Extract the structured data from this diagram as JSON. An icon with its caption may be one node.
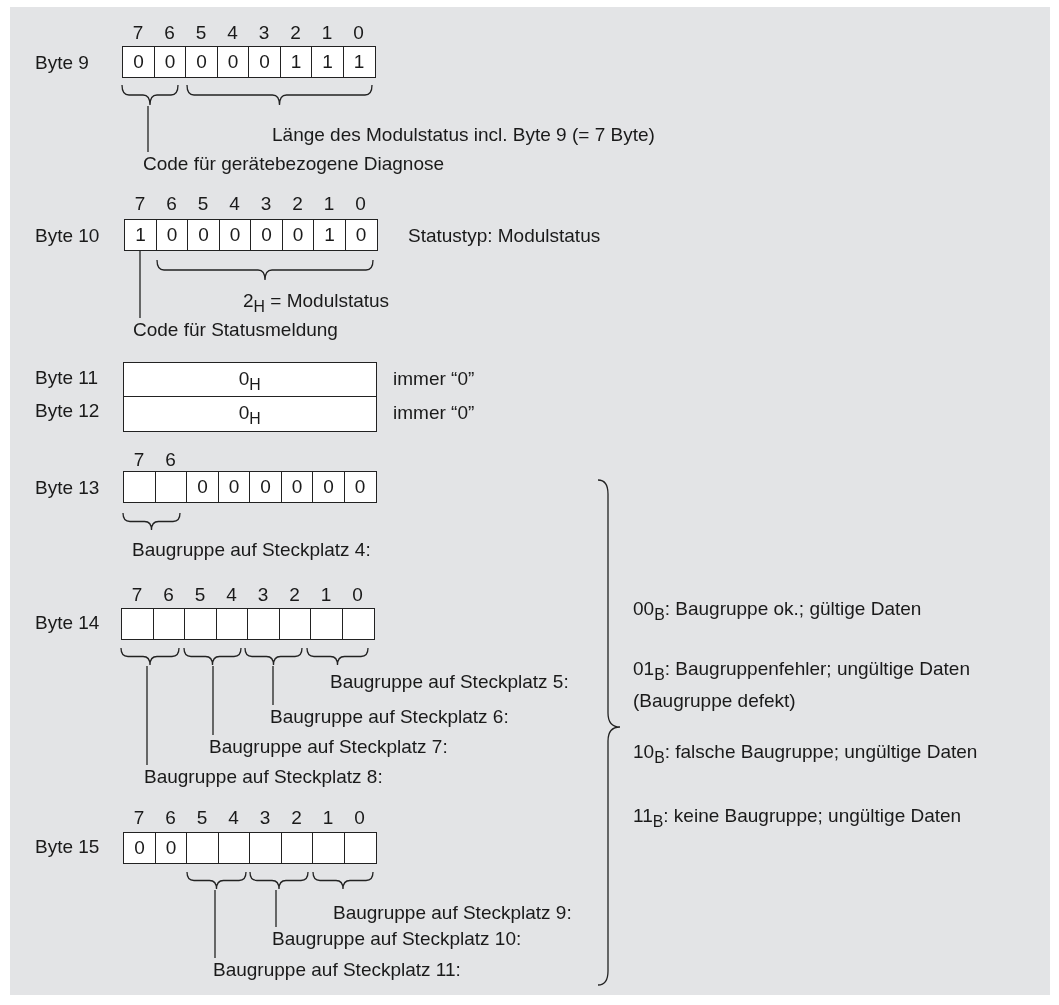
{
  "diagram": {
    "nodes": [
      {
        "text": [
          "Code für gerätebezogene Diagnose"
        ]
      },
      {
        "text": [
          "Code für Statusmeldung"
        ]
      },
      {
        "text": [
          "Baugruppe auf Steckplatz 6:"
        ]
      },
      {
        "text": [
          "Baugruppe auf Steckplatz 7:"
        ]
      },
      {
        "text": [
          "Baugruppe auf Steckplatz 8:"
        ]
      },
      {
        "text": [
          "Baugruppe auf Steckplatz 10:"
        ]
      },
      {
        "text": [
          "Baugruppe auf Steckplatz 11:"
        ]
      },
      {
        "text": [],
        "shape": "brace"
      },
      {
        "text": [],
        "shape": "brace"
      },
      {
        "text": [],
        "shape": "brace"
      },
      {
        "text": [],
        "shape": "brace"
      },
      {
        "text": [],
        "shape": "brace"
      },
      {
        "text": [],
        "shape": "brace"
      },
      {
        "text": [
          "1"
        ]
      }
    ],
    "edges": [
      {
        "from": 0,
        "to": 7,
        "arrow": "none"
      },
      {
        "from": 1,
        "to": 13,
        "arrow": "none"
      },
      {
        "from": 2,
        "to": 8,
        "arrow": "none"
      },
      {
        "from": 3,
        "to": 9,
        "arrow": "none"
      },
      {
        "from": 4,
        "to": 10,
        "arrow": "none"
      },
      {
        "from": 5,
        "to": 11,
        "arrow": "none"
      },
      {
        "from": 6,
        "to": 12,
        "arrow": "none"
      }
    ],
    "labels": [
      "7",
      "6",
      "5",
      "4",
      "3",
      "2",
      "1",
      "0",
      "Byte 9",
      "0",
      "0",
      "0",
      "0",
      "0",
      "1",
      "1",
      "1",
      "Länge des Modulstatus incl. Byte 9 (= 7 Byte)",
      "7",
      "6",
      "5",
      "4",
      "3",
      "2",
      "1",
      "0",
      "Byte 10",
      "0",
      "0",
      "0",
      "0",
      "0",
      "1",
      "0",
      "Statustyp: Modulstatus",
      "2$_{H}$ = Modulstatus",
      "Byte 11",
      "0$_{H}$",
      "immer “0”",
      "Byte 12",
      "0$_{H}$",
      "immer “0”",
      "7",
      "6",
      "Byte 13",
      "0",
      "0",
      "0",
      "0",
      "0",
      "0",
      "Baugruppe auf Steckplatz 4:",
      "7",
      "6",
      "5",
      "4",
      "3",
      "2",
      "1",
      "0",
      "Byte 14",
      "Baugruppe auf Steckplatz 5:",
      "7",
      "6",
      "5",
      "4",
      "3",
      "2",
      "1",
      "0",
      "Byte 15",
      "0",
      "0",
      "Baugruppe auf Steckplatz 9:",
      "00$_{B}$: Baugruppe ok.; gültige Daten",
      "01$_{B}$: Baugruppenfehler; ungültige Daten (Baugruppe defekt)",
      "10$_{B}$: falsche Baugruppe; ungültige Daten",
      "11$_{B}$: keine Baugruppe; ungültige Daten"
    ]
  }
}
